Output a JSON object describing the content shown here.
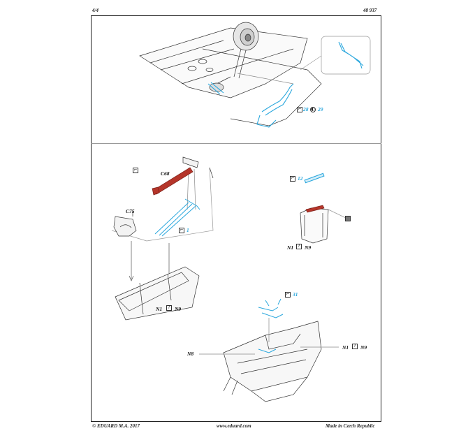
{
  "header": {
    "page": "4/4",
    "code": "48 937"
  },
  "footer": {
    "copyright": "© EDUARD  M.A. 2017",
    "url": "www.eduard.com",
    "made_in": "Made in Czech Republic"
  },
  "parts": {
    "c68": "C68",
    "c75": "C75",
    "n1": "N1",
    "n9": "N9",
    "n8": "N8"
  },
  "numbers": {
    "p28": "28",
    "p29": "29",
    "p1": "1",
    "p12": "12",
    "p31": "31"
  },
  "icons": {
    "question": "?"
  },
  "colors": {
    "pe_blue": "#2aa7dd",
    "part_red": "#b5352a",
    "line": "#333333"
  }
}
